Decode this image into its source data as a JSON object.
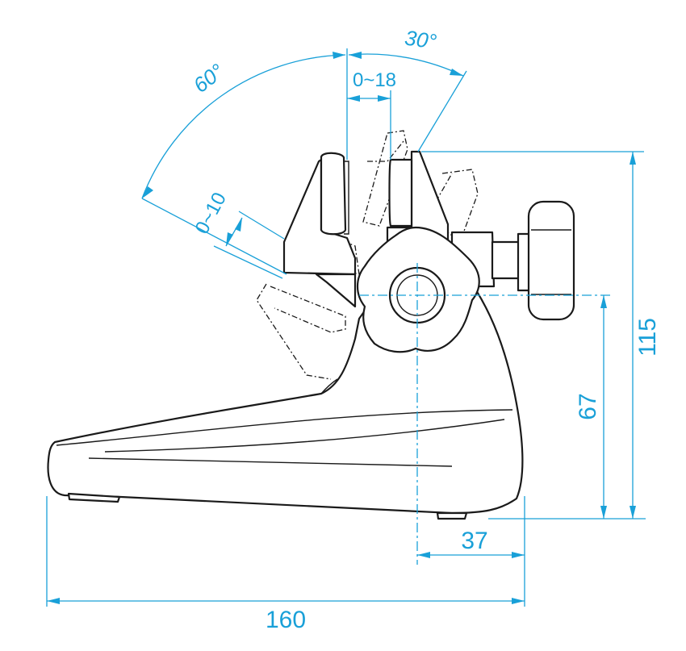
{
  "dimensions": {
    "overall_length": "160",
    "offset_to_center": "37",
    "center_height": "67",
    "total_height": "115",
    "jaw_opening": "0~18",
    "anvil_adjust": "0~10",
    "tilt_back": "60°",
    "tilt_forward": "30°"
  },
  "colors": {
    "dimension_lines": "#19a0d8",
    "outline": "#1a1a1a",
    "background": "#ffffff"
  }
}
